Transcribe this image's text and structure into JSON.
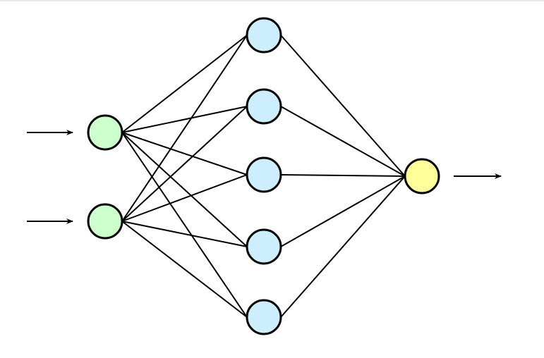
{
  "diagram": {
    "type": "neural-network",
    "layers": [
      {
        "role": "input",
        "count": 2,
        "color": "#ccffcc"
      },
      {
        "role": "hidden",
        "count": 5,
        "color": "#cceeff"
      },
      {
        "role": "output",
        "count": 1,
        "color": "#ffff99"
      }
    ],
    "connections": "fully-connected",
    "input_arrows": 2,
    "output_arrows": 1,
    "stroke_color": "#000000"
  }
}
